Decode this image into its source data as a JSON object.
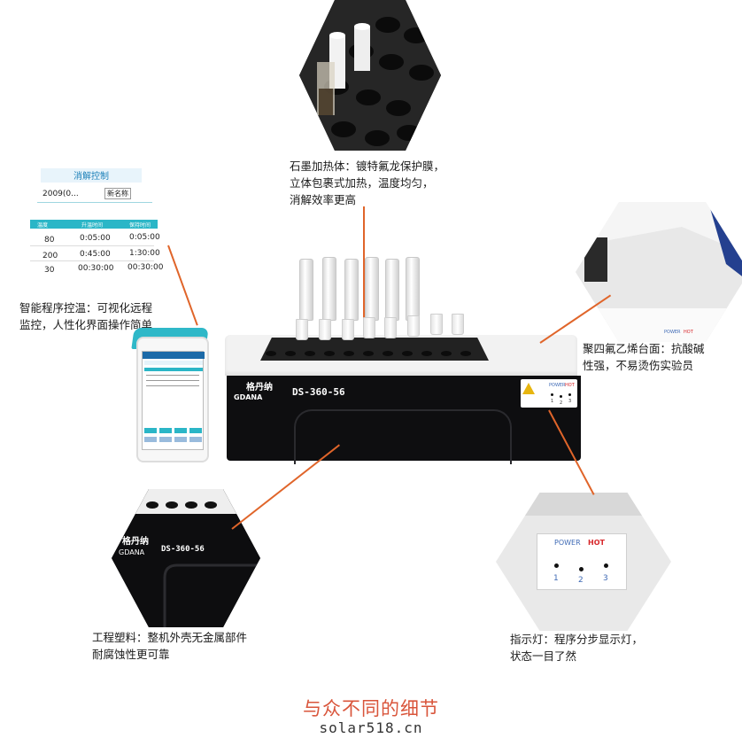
{
  "callouts": {
    "graphite": {
      "lines": [
        "石墨加热体：镀特氟龙保护膜，",
        "立体包裹式加热，温度均匀，",
        "消解效率更高"
      ]
    },
    "smart": {
      "lines": [
        "智能程序控温：可视化远程",
        "监控，人性化界面操作简单"
      ]
    },
    "ptfe": {
      "lines": [
        "聚四氟乙烯台面：抗酸碱",
        "性强，不易烫伤实验员"
      ]
    },
    "plastic": {
      "lines": [
        "工程塑料：整机外壳无金属部件",
        "耐腐蚀性更可靠"
      ]
    },
    "indicator": {
      "lines": [
        "指示灯：程序分步显示灯，",
        "状态一目了然"
      ]
    }
  },
  "app": {
    "title": "消解控制",
    "program": "2009(0...",
    "new_name": "新名称",
    "headers": [
      "温度",
      "升温时间",
      "保持时间"
    ],
    "rows": [
      [
        "80",
        "0:05:00",
        "0:05:00"
      ],
      [
        "200",
        "0:45:00",
        "1:30:00"
      ],
      [
        "30",
        "00:30:00",
        "00:30:00"
      ]
    ]
  },
  "device": {
    "brand_cn": "格丹纳",
    "brand_en": "GDANA",
    "model": "DS-360-56",
    "power": "POWER",
    "hot": "HOT",
    "lights": [
      "1",
      "2",
      "3"
    ]
  },
  "detail_indicator": {
    "power": "POWER",
    "hot": "HOT",
    "lights": [
      "1",
      "2",
      "3"
    ]
  },
  "colors": {
    "accent": "#e0652a",
    "headline": "#d9553b",
    "app_header": "#2bb6c7",
    "hot_red": "#d7262a",
    "power_blue": "#3f6ab5"
  },
  "footer": {
    "headline": "与众不同的细节",
    "site": "solar518.cn"
  }
}
